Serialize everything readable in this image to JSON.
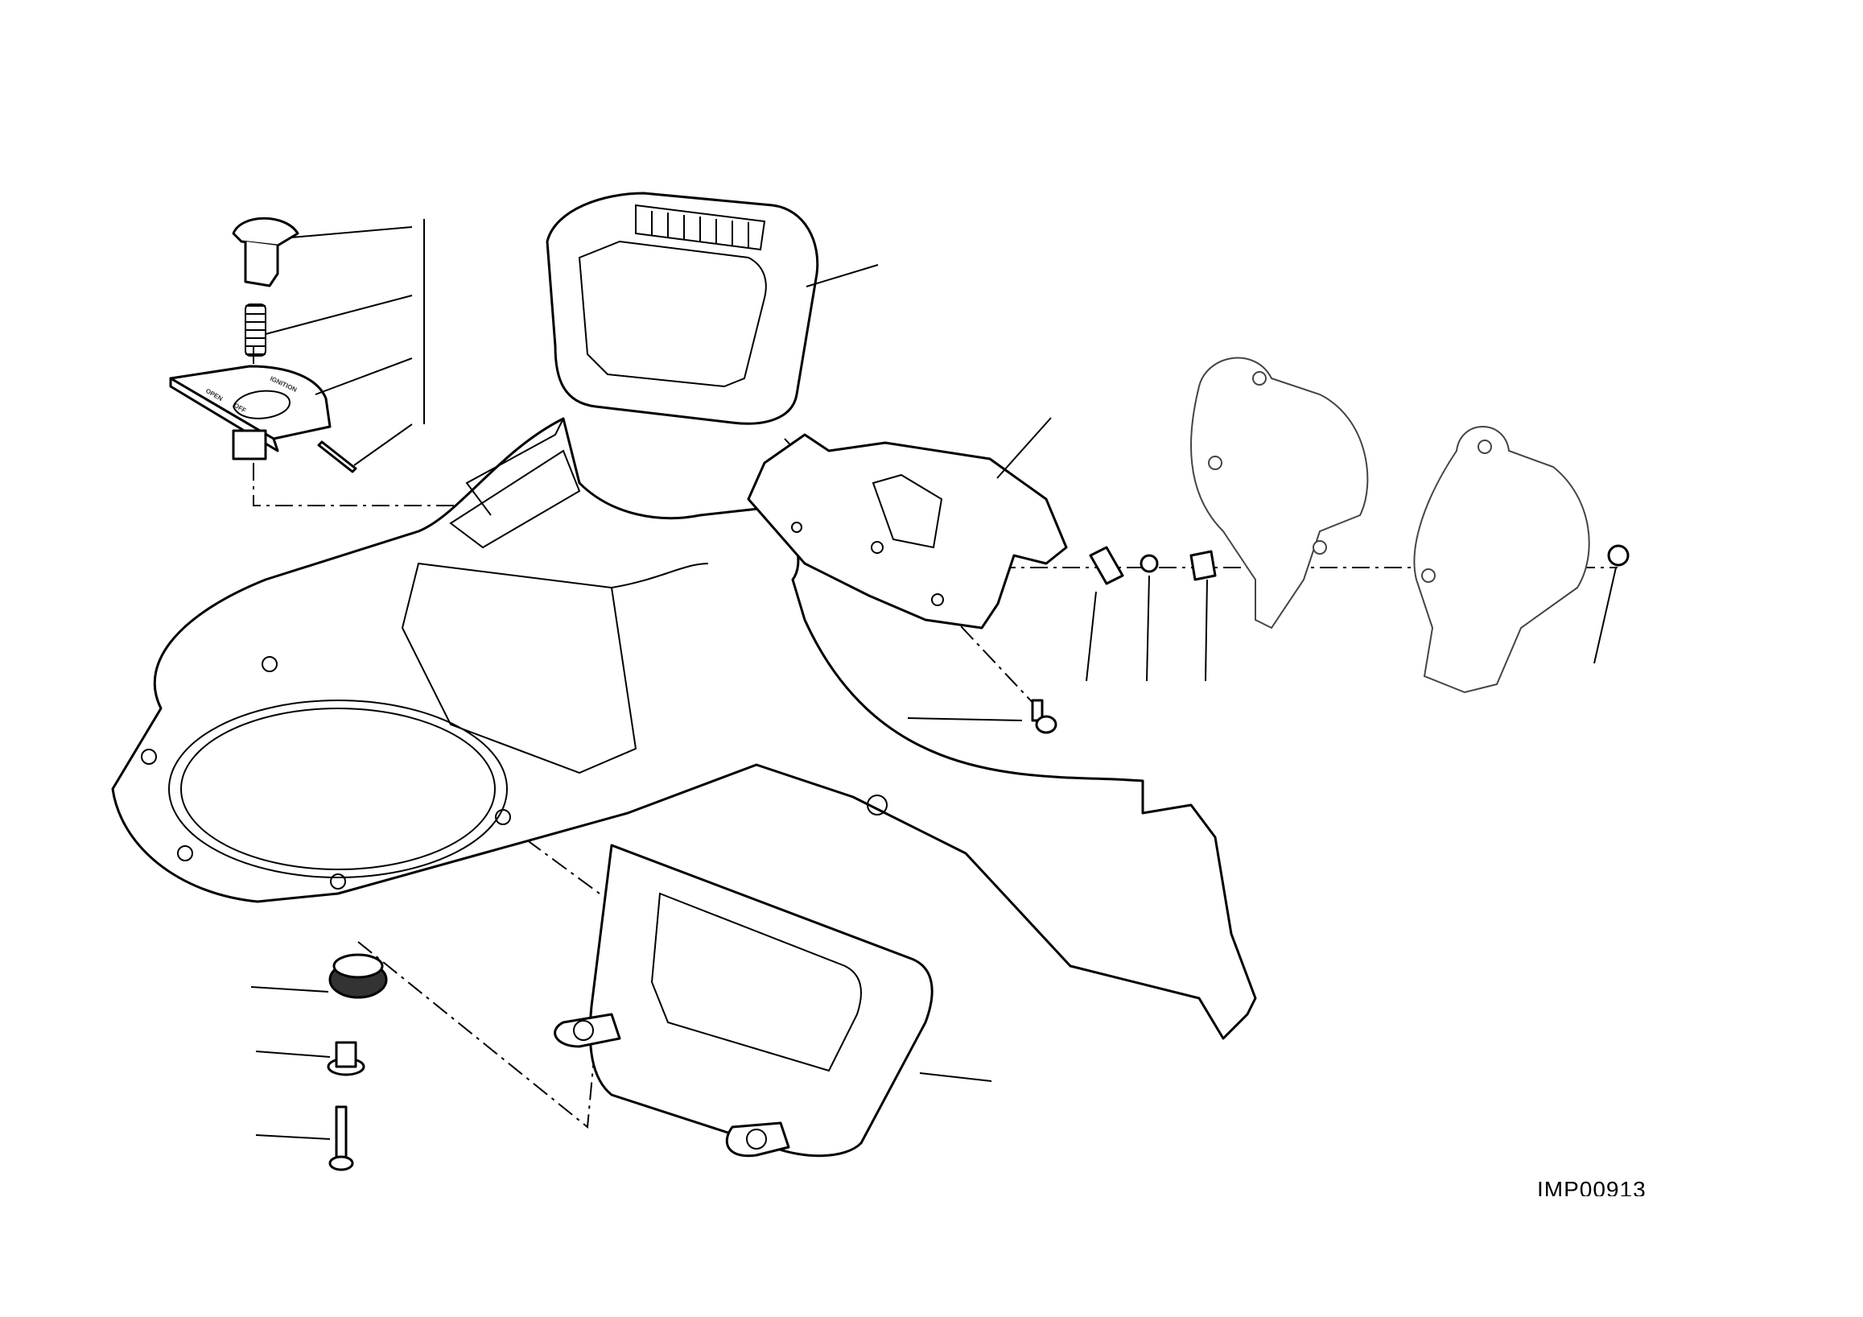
{
  "diagram": {
    "reference_code": "IMP00913",
    "ignition_cover_labels": {
      "ignition": "IGNITION",
      "open": "OPEN",
      "off": "OFF"
    }
  }
}
